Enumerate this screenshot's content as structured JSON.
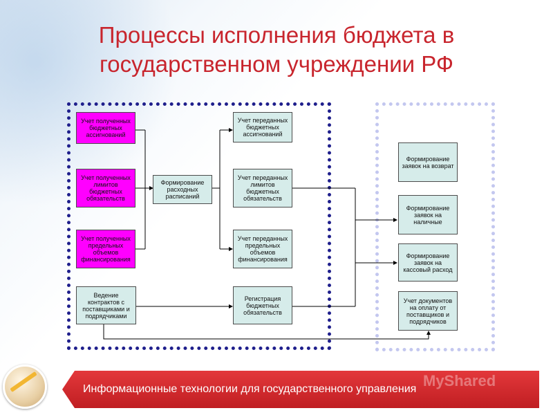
{
  "title": {
    "line1": "Процессы исполнения бюджета в",
    "line2": "государственном учреждении РФ"
  },
  "left_column": [
    {
      "id": "a1",
      "text": "Учет полученных бюджетных ассигнований",
      "color": "#ff00ff"
    },
    {
      "id": "a2",
      "text": "Учет полученных лимитов бюджетных обязательств",
      "color": "#ff00ff"
    },
    {
      "id": "a3",
      "text": "Учет полученных предельных объемов финансирования",
      "color": "#ff00ff"
    },
    {
      "id": "a4",
      "text": "Ведение контрактов с поставщиками и подрядчиками",
      "color": "#d6ecea"
    }
  ],
  "middle_box": {
    "text": "Формирование расходных расписаний"
  },
  "right_column": [
    {
      "id": "c1",
      "text": "Учет переданных бюджетных ассигнований"
    },
    {
      "id": "c2",
      "text": "Учет переданных лимитов бюджетных обязательств"
    },
    {
      "id": "c3",
      "text": "Учет переданных предельных объемов финансирования"
    },
    {
      "id": "c4",
      "text": "Регистрация бюджетных обязательств"
    }
  ],
  "far_column": [
    {
      "id": "d1",
      "text": "Формирование заявок на возврат"
    },
    {
      "id": "d2",
      "text": "Формирование заявок на наличные"
    },
    {
      "id": "d3",
      "text": "Формирование заявок на кассовый расход"
    },
    {
      "id": "d4",
      "text": "Учет документов на оплату от поставщиков и подрядчиков"
    }
  ],
  "footer": {
    "text": "Информационные технологии для государственного управления"
  },
  "watermark": {
    "text": "MyShared"
  },
  "colors": {
    "title": "#c8252d",
    "frame_left": "#1f1f8c",
    "frame_right": "#c3c7ef",
    "footer": "#c01e22",
    "process_fill": "#d6ecea",
    "highlight_fill": "#ff00ff"
  }
}
